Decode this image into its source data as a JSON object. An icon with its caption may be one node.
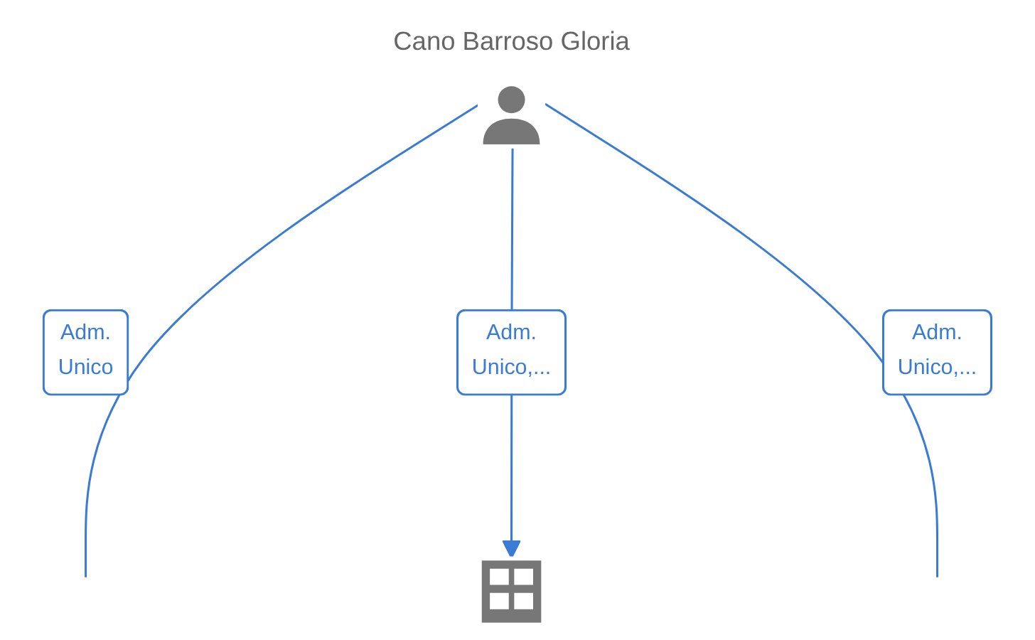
{
  "diagram": {
    "nodes": [
      {
        "text": [
          "Cano Barroso Gloria"
        ]
      },
      {
        "text": [],
        "shape": "building"
      }
    ],
    "edges": [
      {
        "from": 0,
        "to": null,
        "label": "Adm. Unico",
        "arrow": "none"
      },
      {
        "from": 0,
        "to": 1,
        "label": "Adm. Unico,...",
        "arrow": "to"
      },
      {
        "from": 0,
        "to": null,
        "label": "Adm. Unico,...",
        "arrow": "none"
      }
    ]
  }
}
